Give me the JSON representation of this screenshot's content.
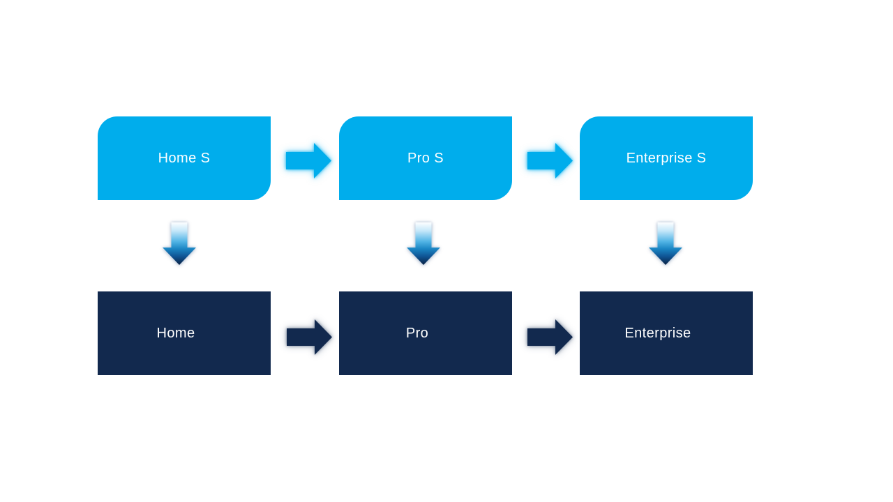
{
  "slide": {
    "background_color": "#ffffff",
    "text_color": "#ffffff",
    "rows": {
      "top": {
        "shape": "round-diagonal-corner-rectangle",
        "fill_color": "#00adec",
        "items": [
          {
            "label": "Home S"
          },
          {
            "label": "Pro S"
          },
          {
            "label": "Enterprise S"
          }
        ]
      },
      "bottom": {
        "shape": "rectangle",
        "fill_color": "#12294e",
        "items": [
          {
            "label": "Home"
          },
          {
            "label": "Pro"
          },
          {
            "label": "Enterprise"
          }
        ]
      }
    },
    "connectors": {
      "top_right_arrow_color": "#00adec",
      "bottom_right_arrow_color": "#12294e",
      "down_arrow_gradient": [
        "#fdfeff",
        "#c4e7f9",
        "#51b4e5",
        "#1b86c4",
        "#0f5494",
        "#0a2244"
      ]
    }
  }
}
